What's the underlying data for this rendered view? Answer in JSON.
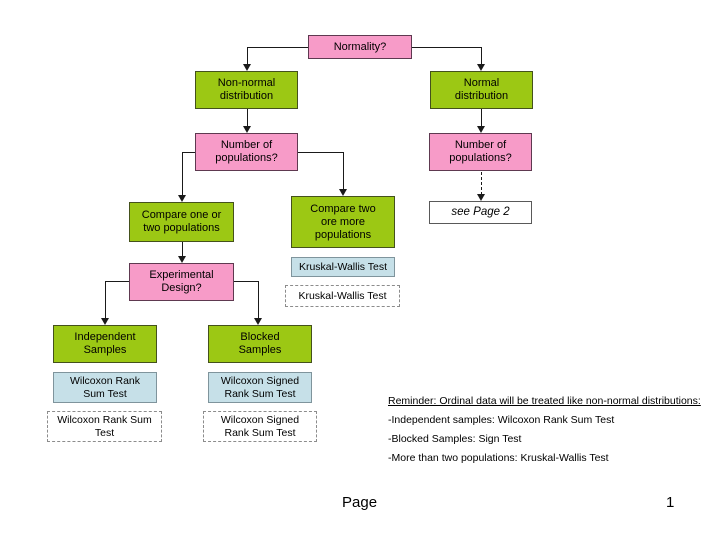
{
  "flowchart": {
    "normality": {
      "text": "Normality?"
    },
    "non_normal": {
      "text": "Non-normal\ndistribution"
    },
    "normal": {
      "text": "Normal\ndistribution"
    },
    "num_pop_left": {
      "text": "Number of\npopulations?"
    },
    "num_pop_right": {
      "text": "Number of\npopulations?"
    },
    "see_page_2": {
      "text": "see Page 2"
    },
    "compare_one_two": {
      "text": "Compare one or\ntwo populations"
    },
    "compare_two_more": {
      "text": "Compare two\nore more\npopulations"
    },
    "kruskal_solid": {
      "text": "Kruskal-Wallis Test"
    },
    "kruskal_dashed": {
      "text": "Kruskal-Wallis Test"
    },
    "experimental_design": {
      "text": "Experimental\nDesign?"
    },
    "independent": {
      "text": "Independent\nSamples"
    },
    "blocked": {
      "text": "Blocked\nSamples"
    },
    "wilcoxon_rank_solid": {
      "text": "Wilcoxon Rank\nSum Test"
    },
    "wilcoxon_signed_solid": {
      "text": "Wilcoxon Signed\nRank Sum Test"
    },
    "wilcoxon_rank_dashed": {
      "text": "Wilcoxon Rank Sum\nTest"
    },
    "wilcoxon_signed_dashed": {
      "text": "Wilcoxon Signed\nRank Sum Test"
    }
  },
  "reminder": {
    "heading": "Reminder: Ordinal data will be treated like non-normal distributions:",
    "items": [
      "-Independent samples: Wilcoxon Rank Sum Test",
      "-Blocked Samples: Sign Test",
      "-More than two populations: Kruskal-Wallis Test"
    ]
  },
  "footer": {
    "page_label": "Page",
    "page_number": "1"
  },
  "colors": {
    "question_fill": "#F79BC8",
    "branch_fill": "#9CC814",
    "test_fill": "#C6E0E8",
    "dashed_border": "#8C8C8C",
    "connector": "#1A1A1A",
    "background": "#FFFFFF"
  }
}
